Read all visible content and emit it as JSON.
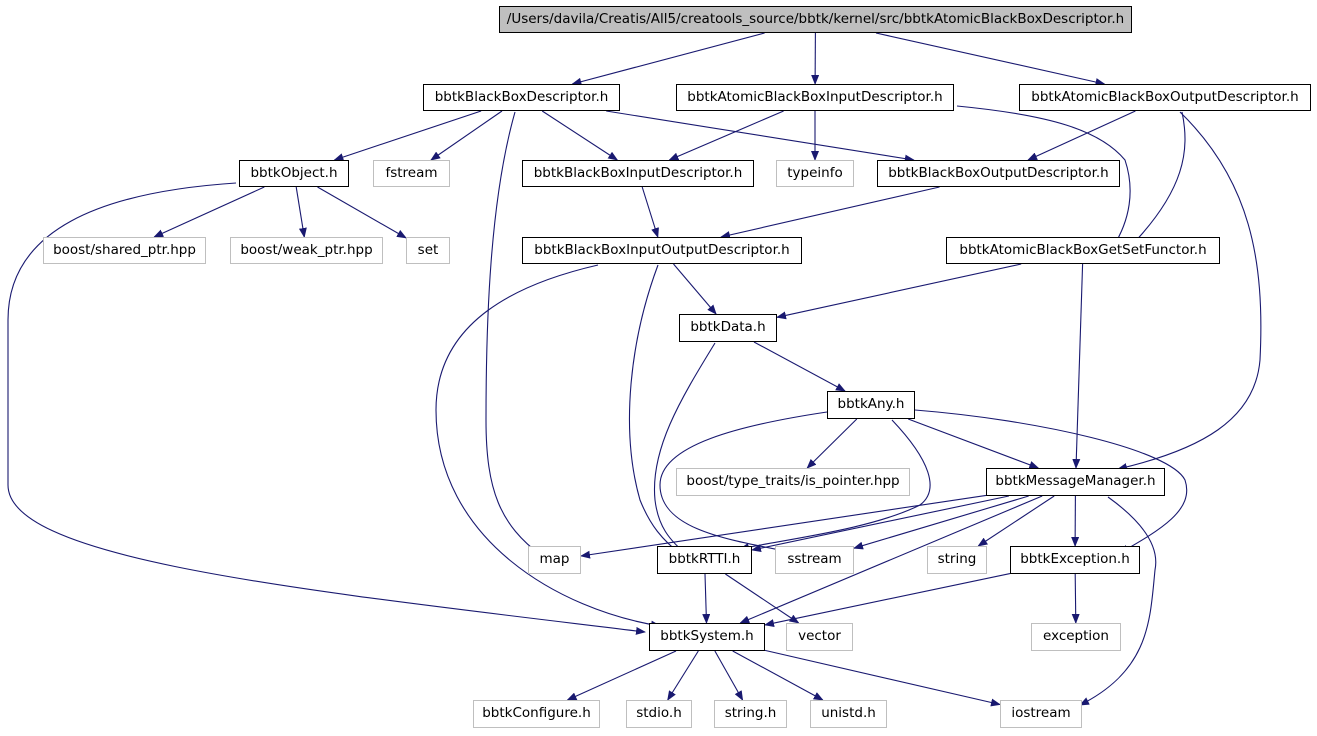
{
  "colors": {
    "edge": "#191970",
    "local_border": "#000000",
    "system_border": "#bfbfbf",
    "root_fill": "#bfbfbf"
  },
  "nodes": {
    "root": "/Users/davila/Creatis/All5/creatools_source/bbtk/kernel/src/bbtkAtomicBlackBoxDescriptor.h",
    "bbd": "bbtkBlackBoxDescriptor.h",
    "abbid": "bbtkAtomicBlackBoxInputDescriptor.h",
    "abbod": "bbtkAtomicBlackBoxOutputDescriptor.h",
    "obj": "bbtkObject.h",
    "fstream": "fstream",
    "bbinput": "bbtkBlackBoxInputDescriptor.h",
    "typeinfo": "typeinfo",
    "bboutput": "bbtkBlackBoxOutputDescriptor.h",
    "shared": "boost/shared_ptr.hpp",
    "weak": "boost/weak_ptr.hpp",
    "set": "set",
    "bbio": "bbtkBlackBoxInputOutputDescriptor.h",
    "getset": "bbtkAtomicBlackBoxGetSetFunctor.h",
    "data": "bbtkData.h",
    "any": "bbtkAny.h",
    "istraits": "boost/type_traits/is_pointer.hpp",
    "msg": "bbtkMessageManager.h",
    "map": "map",
    "rtti": "bbtkRTTI.h",
    "sstream": "sstream",
    "string": "string",
    "exception_h": "bbtkException.h",
    "system": "bbtkSystem.h",
    "vector": "vector",
    "exception": "exception",
    "configure": "bbtkConfigure.h",
    "stdio": "stdio.h",
    "string_h": "string.h",
    "unistd": "unistd.h",
    "iostream": "iostream"
  },
  "edges": [
    [
      "root",
      "bbd"
    ],
    [
      "root",
      "abbid"
    ],
    [
      "root",
      "abbod"
    ],
    [
      "bbd",
      "obj"
    ],
    [
      "bbd",
      "fstream"
    ],
    [
      "bbd",
      "bbinput"
    ],
    [
      "bbd",
      "bboutput"
    ],
    [
      "bbd",
      "map"
    ],
    [
      "abbid",
      "bbinput"
    ],
    [
      "abbid",
      "typeinfo"
    ],
    [
      "abbid",
      "getset"
    ],
    [
      "abbod",
      "bboutput"
    ],
    [
      "abbod",
      "getset"
    ],
    [
      "abbod",
      "msg"
    ],
    [
      "obj",
      "shared"
    ],
    [
      "obj",
      "weak"
    ],
    [
      "obj",
      "set"
    ],
    [
      "obj",
      "system"
    ],
    [
      "bbinput",
      "bbio"
    ],
    [
      "bboutput",
      "bbio"
    ],
    [
      "bbio",
      "data"
    ],
    [
      "bbio",
      "rtti"
    ],
    [
      "bbio",
      "system"
    ],
    [
      "getset",
      "data"
    ],
    [
      "getset",
      "msg"
    ],
    [
      "data",
      "any"
    ],
    [
      "data",
      "rtti"
    ],
    [
      "any",
      "istraits"
    ],
    [
      "any",
      "msg"
    ],
    [
      "any",
      "rtti"
    ],
    [
      "any",
      "exception_h"
    ],
    [
      "any",
      "sstream"
    ],
    [
      "msg",
      "map"
    ],
    [
      "msg",
      "rtti"
    ],
    [
      "msg",
      "sstream"
    ],
    [
      "msg",
      "string"
    ],
    [
      "msg",
      "exception_h"
    ],
    [
      "msg",
      "system"
    ],
    [
      "msg",
      "iostream"
    ],
    [
      "exception_h",
      "system"
    ],
    [
      "exception_h",
      "exception"
    ],
    [
      "rtti",
      "system"
    ],
    [
      "rtti",
      "vector"
    ],
    [
      "system",
      "configure"
    ],
    [
      "system",
      "stdio"
    ],
    [
      "system",
      "string_h"
    ],
    [
      "system",
      "unistd"
    ],
    [
      "system",
      "iostream"
    ]
  ]
}
